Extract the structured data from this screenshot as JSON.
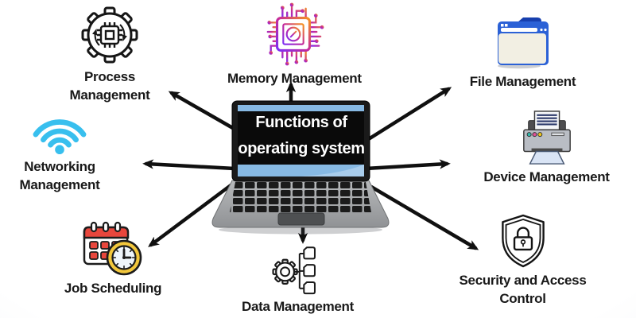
{
  "title": {
    "line1": "Functions of",
    "line2": "operating system"
  },
  "nodes": [
    {
      "id": "process-management",
      "label_line1": "Process",
      "label_line2": "Management",
      "icon": "gear-chip-icon"
    },
    {
      "id": "memory-management",
      "label_line1": "Memory Management",
      "label_line2": "",
      "icon": "memory-chip-icon"
    },
    {
      "id": "file-management",
      "label_line1": "File Management",
      "label_line2": "",
      "icon": "folder-icon"
    },
    {
      "id": "networking-management",
      "label_line1": "Networking",
      "label_line2": "Management",
      "icon": "wifi-icon"
    },
    {
      "id": "device-management",
      "label_line1": "Device Management",
      "label_line2": "",
      "icon": "printer-icon"
    },
    {
      "id": "job-scheduling",
      "label_line1": "Job Scheduling",
      "label_line2": "",
      "icon": "calendar-clock-icon"
    },
    {
      "id": "data-management",
      "label_line1": "Data Management",
      "label_line2": "",
      "icon": "gear-folders-icon"
    },
    {
      "id": "security-access-control",
      "label_line1": "Security and Access",
      "label_line2": "Control",
      "icon": "shield-lock-icon"
    }
  ],
  "arrows": [
    {
      "from": "laptop",
      "to": "process-management"
    },
    {
      "from": "laptop",
      "to": "memory-management"
    },
    {
      "from": "laptop",
      "to": "file-management"
    },
    {
      "from": "laptop",
      "to": "networking-management"
    },
    {
      "from": "laptop",
      "to": "device-management"
    },
    {
      "from": "laptop",
      "to": "job-scheduling"
    },
    {
      "from": "laptop",
      "to": "data-management"
    },
    {
      "from": "laptop",
      "to": "security-access-control"
    }
  ],
  "colors": {
    "background_edge": "#e6e9ee",
    "arrow": "#101010",
    "label_text": "#191919",
    "screen_text": "#ffffff",
    "screen_bg": "#0a0a0a",
    "laptop_screen_strip_blue": "#87b9e3",
    "laptop_body_gray": "#a8aaac",
    "wifi_cyan": "#38bfee",
    "calendar_red": "#e8463c",
    "clock_yellow": "#f2c73c",
    "folder_blue": "#2b61d6",
    "folder_tab_dark_blue": "#173fae",
    "folder_body_cream": "#f2efe3",
    "memory_gradient_start": "#7b2ff7",
    "memory_gradient_mid": "#c5299b",
    "memory_gradient_end": "#f7941d",
    "printer_body_gray": "#b9bdc4",
    "printer_paper_lines": "#2c3a6b",
    "printer_button_teal": "#35b8ac",
    "printer_button_pink": "#e05297",
    "printer_button_yellow": "#edc51b",
    "printer_output_paper": "#d9e4f5"
  }
}
